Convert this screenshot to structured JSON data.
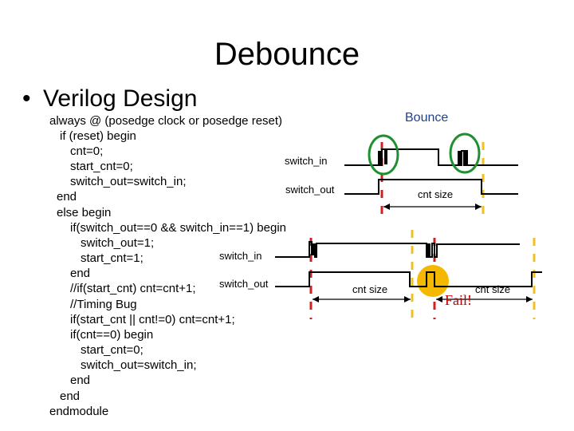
{
  "slide": {
    "title": "Debounce",
    "bullet_symbol": "•",
    "bullet_text": "Verilog Design"
  },
  "code_lines": [
    "always @ (posedge clock or posedge reset)",
    "if (reset) begin",
    "cnt=0;",
    "start_cnt=0;",
    "switch_out=switch_in;",
    "end",
    "else begin",
    "if(switch_out==0 && switch_in==1) begin",
    "switch_out=1;",
    "start_cnt=1;",
    "end",
    "//if(start_cnt) cnt=cnt+1;",
    "//Timing Bug",
    "if(start_cnt || cnt!=0) cnt=cnt+1;",
    "if(cnt==0) begin",
    "start_cnt=0;",
    "switch_out=switch_in;",
    "end",
    "end",
    "endmodule"
  ],
  "diagram": {
    "bounce_label": "Bounce",
    "fail_label": "Fail!",
    "top_waveform": {
      "switch_in_label": "switch_in",
      "switch_out_label": "switch_out",
      "cnt_size_label": "cnt size"
    },
    "bottom_waveform": {
      "switch_in_label": "switch_in",
      "switch_out_label": "switch_out",
      "cnt_size_left_label": "cnt size",
      "cnt_size_right_label": "cnt size"
    },
    "colors": {
      "waveform": "#000000",
      "bounce_circle": "#1f8f2f",
      "dashed_marker": "#f0c020",
      "dashed_marker_red": "#d02020",
      "fail_highlight": "#f5b800",
      "fail_text": "#c00000",
      "bounce_text": "#1f3f8f"
    }
  }
}
